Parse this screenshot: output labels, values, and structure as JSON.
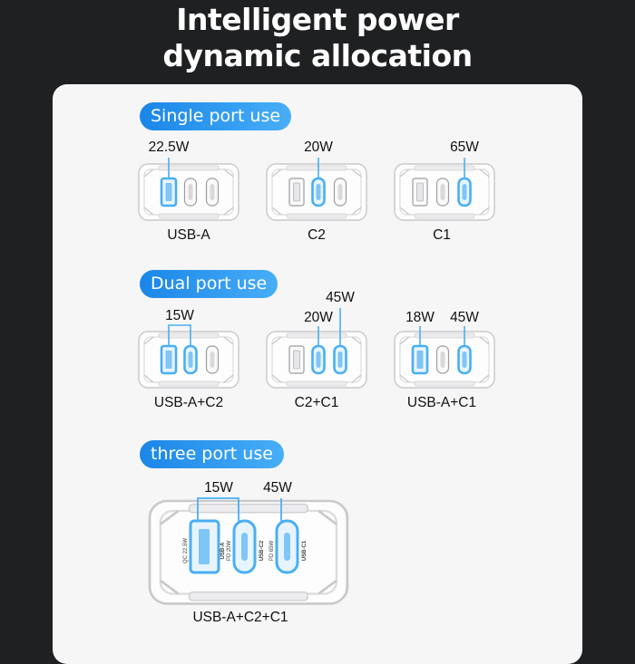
{
  "header": {
    "line1": "Intelligent power",
    "line2": "dynamic allocation"
  },
  "sections": {
    "single": {
      "title": "Single port use",
      "items": [
        {
          "label": "USB-A",
          "power": "22.5W"
        },
        {
          "label": "C2",
          "power": "20W"
        },
        {
          "label": "C1",
          "power": "65W"
        }
      ]
    },
    "dual": {
      "title": "Dual port use",
      "items": [
        {
          "label": "USB-A+C2",
          "power": "15W"
        },
        {
          "label": "C2+C1",
          "power_a": "20W",
          "power_b": "45W"
        },
        {
          "label": "USB-A+C1",
          "power_a": "18W",
          "power_b": "45W"
        }
      ]
    },
    "three": {
      "title": "three port use",
      "label": "USB-A+C2+C1",
      "power_a": "15W",
      "power_b": "45W",
      "port_text": {
        "a": "QC 22.5W",
        "a_name": "USB-A",
        "c2": "PD 20W",
        "c2_name": "USB-C2",
        "c1": "PD 65W",
        "c1_name": "USB-C1"
      }
    }
  },
  "colors": {
    "accent": "#1a86e8",
    "active": "#5db8f2",
    "background": "#1f2022",
    "card": "#f6f6f7"
  }
}
